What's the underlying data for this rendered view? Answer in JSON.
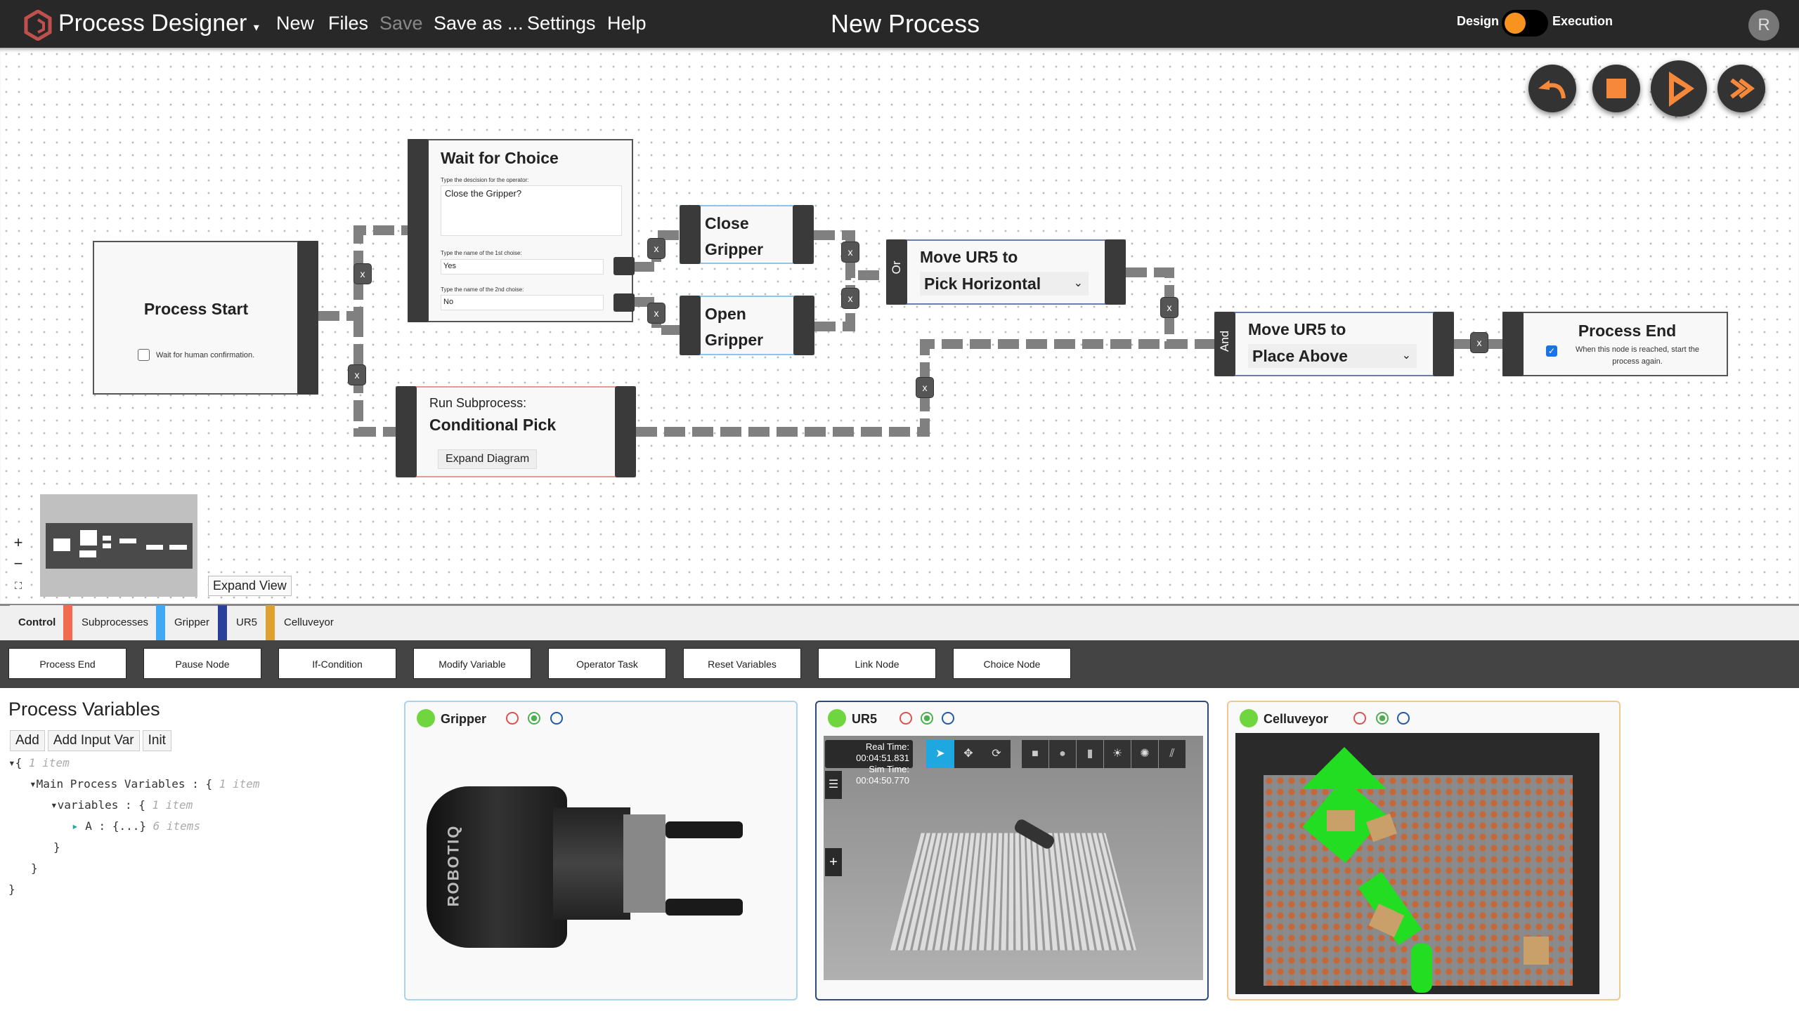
{
  "header": {
    "app_name": "Process Designer",
    "menu": [
      "New",
      "Files",
      "Save",
      "Save as ...",
      "Settings",
      "Help"
    ],
    "title": "New Process",
    "mode_left": "Design",
    "mode_right": "Execution",
    "mode_toggle_on": false,
    "avatar": "R",
    "brand_color": "#c0504d"
  },
  "controls": {
    "icons": [
      "undo-icon",
      "stop-icon",
      "play-icon",
      "fast-forward-icon"
    ],
    "accent": "#f5883a"
  },
  "nodes": {
    "process_start": {
      "title": "Process Start",
      "checkbox_label": "Wait for human confirmation.",
      "checked": false
    },
    "wait_for_choice": {
      "title": "Wait for Choice",
      "decision_label": "Type the descision for the operator:",
      "decision_value": "Close the Gripper?",
      "choice1_label": "Type the name of the 1st choise:",
      "choice1_value": "Yes",
      "choice2_label": "Type the name of the 2nd choise:",
      "choice2_value": "No"
    },
    "close_gripper": {
      "line1": "Close",
      "line2": "Gripper"
    },
    "open_gripper": {
      "line1": "Open",
      "line2": "Gripper"
    },
    "move_pick": {
      "gate": "Or",
      "title": "Move UR5 to",
      "selected": "Pick Horizontal"
    },
    "move_place": {
      "gate": "And",
      "title": "Move UR5 to",
      "selected": "Place Above"
    },
    "process_end": {
      "title": "Process End",
      "checkbox_label": "When this node is reached, start the process again.",
      "checked": true
    },
    "subprocess": {
      "label": "Run Subprocess:",
      "name": "Conditional Pick",
      "button": "Expand Diagram"
    },
    "edge_remove_label": "x"
  },
  "minimap": {
    "zoom_in": "+",
    "zoom_out": "−",
    "fit": "⛶",
    "expand": "Expand View"
  },
  "tabs": [
    {
      "label": "Control",
      "color": "#f26b4f",
      "active": true
    },
    {
      "label": "Subprocesses",
      "color": "#3fa9f5"
    },
    {
      "label": "Gripper",
      "color": "#2a3f9a"
    },
    {
      "label": "UR5",
      "color": "#e0a030"
    },
    {
      "label": "Celluveyor",
      "color": ""
    }
  ],
  "toolbar": [
    "Process End",
    "Pause Node",
    "If-Condition",
    "Modify Variable",
    "Operator Task",
    "Reset Variables",
    "Link Node",
    "Choice Node"
  ],
  "variables": {
    "title": "Process Variables",
    "buttons": [
      "Add",
      "Add Input Var",
      "Init"
    ],
    "tree": {
      "root_count": "1 item",
      "main_key": "Main Process Variables",
      "main_count": "1 item",
      "vars_key": "variables",
      "vars_count": "1 item",
      "a_key": "A",
      "a_value": "{...}",
      "a_count": "6 items"
    }
  },
  "devices": [
    {
      "name": "Gripper",
      "status_color": "#6fd63f",
      "brand_text": "ROBOTIQ"
    },
    {
      "name": "UR5",
      "status_color": "#6fd63f",
      "real_time_label": "Real Time:",
      "real_time": "00:04:51.831",
      "sim_time_label": "Sim Time:",
      "sim_time": "00:04:50.770"
    },
    {
      "name": "Celluveyor",
      "status_color": "#6fd63f"
    }
  ]
}
